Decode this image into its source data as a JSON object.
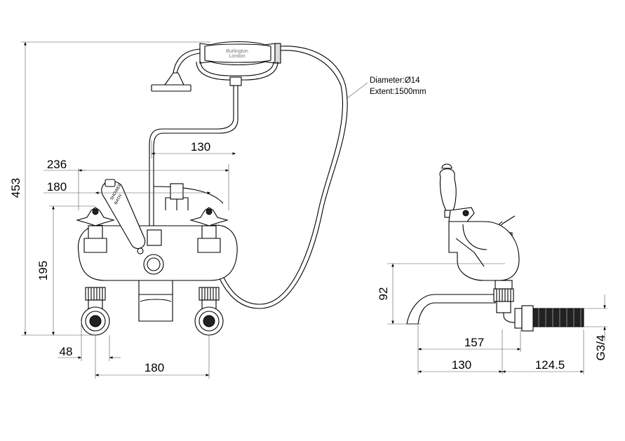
{
  "brand": {
    "name": "Burlington",
    "sub": "London"
  },
  "lever": {
    "line1": "SHOWER",
    "line2": "BATH"
  },
  "hose_note": {
    "line1": "Diameter:Ø14",
    "line2": "Extent:1500mm"
  },
  "front_dims": {
    "d453": "453",
    "d236": "236",
    "d180_top": "180",
    "d195": "195",
    "d130": "130",
    "d48": "48",
    "d180_bottom": "180"
  },
  "side_dims": {
    "d92": "92",
    "d157": "157",
    "d130": "130",
    "d124_5": "124.5",
    "g34": "G3/4"
  }
}
